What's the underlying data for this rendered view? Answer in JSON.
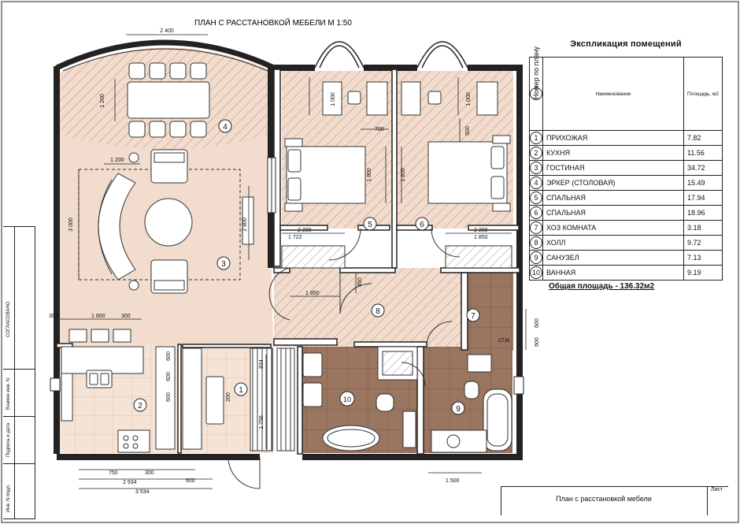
{
  "plan_title": "ПЛАН С РАССТАНОВКОЙ МЕБЕЛИ М 1:50",
  "legend": {
    "title": "Экспликация помещений",
    "col_number": "Номер по плану",
    "col_name": "Наименование",
    "col_area": "Площадь, м2",
    "rooms": [
      {
        "num": "1",
        "name": "ПРИХОЖАЯ",
        "area": "7.82"
      },
      {
        "num": "2",
        "name": "КУХНЯ",
        "area": "11.56"
      },
      {
        "num": "3",
        "name": "ГОСТИНАЯ",
        "area": "34.72"
      },
      {
        "num": "4",
        "name": "ЭРКЕР (СТОЛОВАЯ)",
        "area": "15.49"
      },
      {
        "num": "5",
        "name": "СПАЛЬНАЯ",
        "area": "17.94"
      },
      {
        "num": "6",
        "name": "СПАЛЬНАЯ",
        "area": "18.96"
      },
      {
        "num": "7",
        "name": "ХОЗ КОМНАТА",
        "area": "3.18"
      },
      {
        "num": "8",
        "name": "ХОЛЛ",
        "area": "9.72"
      },
      {
        "num": "9",
        "name": "САНУЗЕЛ",
        "area": "7.13"
      },
      {
        "num": "10",
        "name": "ВАННАЯ",
        "area": "9.19"
      }
    ]
  },
  "total_area": "Общая площадь - 136.32м2",
  "stamp": {
    "caption": "План с расстановкой мебели",
    "sheet": "Лист"
  },
  "sidebar": {
    "agreed": "СОГЛАСОВАНО",
    "inv": "Взамен инв. N",
    "sign": "Подпись и дата",
    "inv_orig": "Инв. N подл."
  },
  "room_labels": [
    "1",
    "2",
    "3",
    "4",
    "5",
    "6",
    "7",
    "8",
    "9",
    "10"
  ],
  "wardrobe_label": "СТ.М",
  "dimensions": {
    "top_2400": "2 400",
    "din_1200": "1 200",
    "bay_3000": "3 000",
    "rug_2800": "2 800",
    "liv_1200": "1 200",
    "bed_1000a": "1 000",
    "bed_700": "700",
    "bed_1800a": "1 800",
    "bed_2200a": "2 200",
    "bed_1722": "1 722",
    "bed_1000b": "1 000",
    "bed_500": "500",
    "bed_1800b": "1 800",
    "bed_2200b": "2 200",
    "bed_1850a": "1 850",
    "hall_450": "450",
    "hall_1850": "1 850",
    "k_300a": "300",
    "k_1800": "1 800",
    "k_300b": "300",
    "k_600a": "600",
    "k_600b": "600",
    "k_600c": "600",
    "ent_834": "834",
    "ent_200": "200",
    "ent_1756": "1 756",
    "b_750": "750",
    "b_300": "300",
    "b_2934": "2 934",
    "b_600": "600",
    "b_3534": "3 534",
    "bath_1500": "1 500",
    "r_600a": "600",
    "r_600b": "600"
  }
}
